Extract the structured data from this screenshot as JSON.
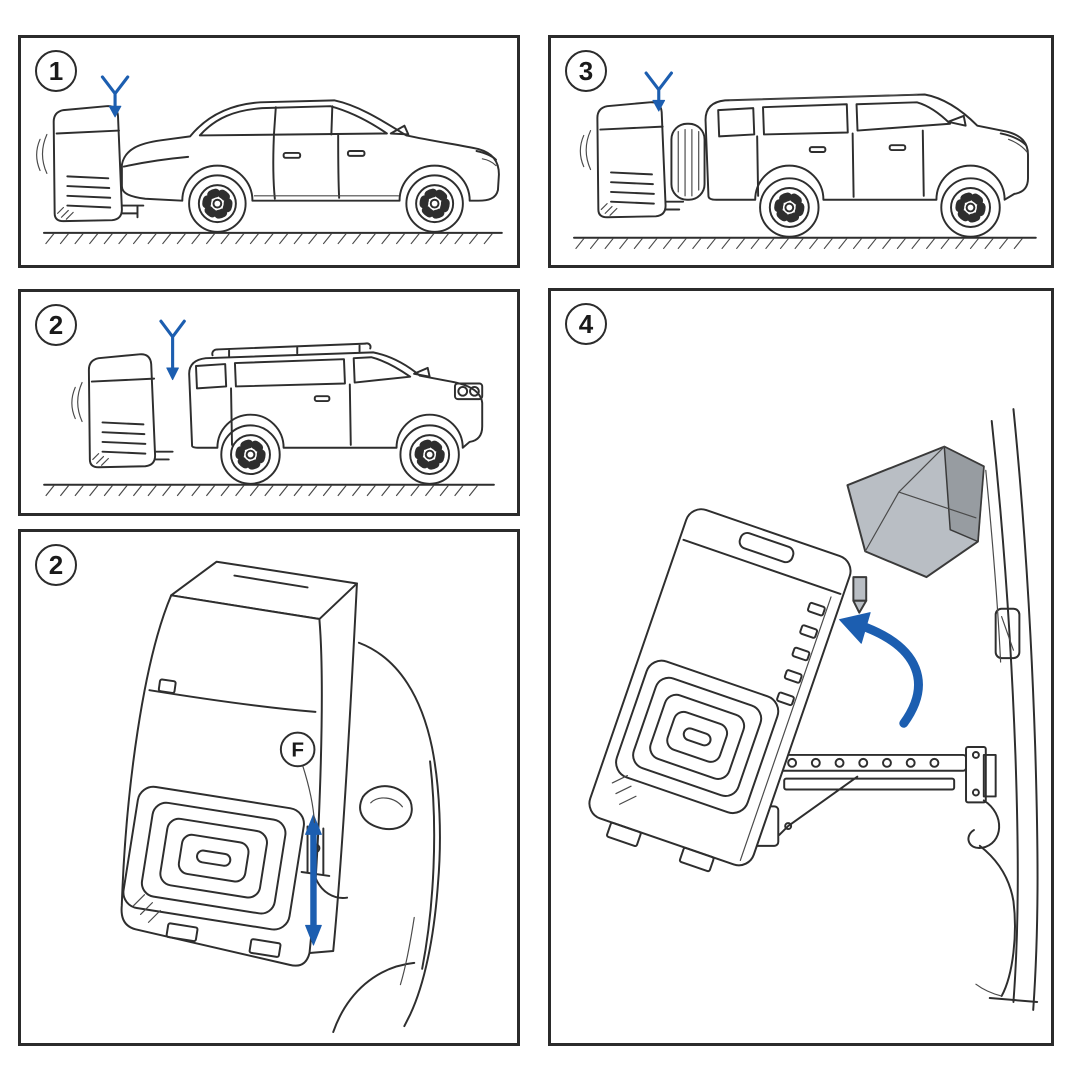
{
  "diagram": {
    "accent_blue": "#1c5eb0",
    "line_color": "#2e2e2e",
    "part_gray": "#b9bec4",
    "background": "#ffffff"
  },
  "panels": {
    "p1": {
      "step": "1"
    },
    "p3": {
      "step": "3"
    },
    "p2a": {
      "step": "2"
    },
    "p2b": {
      "step": "2",
      "part_label": "F"
    },
    "p4": {
      "step": "4"
    }
  }
}
